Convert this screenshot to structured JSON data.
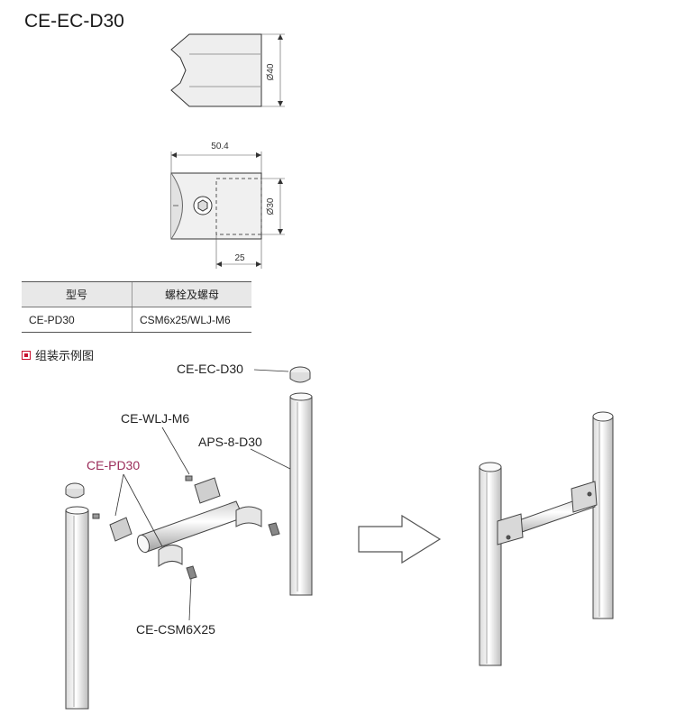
{
  "title": "CE-EC-D30",
  "dimensions": {
    "diameter_top": "Ø40",
    "width": "50.4",
    "diameter_side": "Ø30",
    "depth": "25"
  },
  "table": {
    "headers": [
      "型号",
      "螺栓及螺母"
    ],
    "rows": [
      [
        "CE-PD30",
        "CSM6x25/WLJ-M6"
      ]
    ]
  },
  "section_title": "组装示例图",
  "assembly_labels": {
    "end_cap": "CE-EC-D30",
    "nut": "CE-WLJ-M6",
    "pipe": "APS-8-D30",
    "joint": "CE-PD30",
    "bolt": "CE-CSM6X25"
  },
  "colors": {
    "accent": "#9b2c5a",
    "bullet": "#c8102e"
  }
}
